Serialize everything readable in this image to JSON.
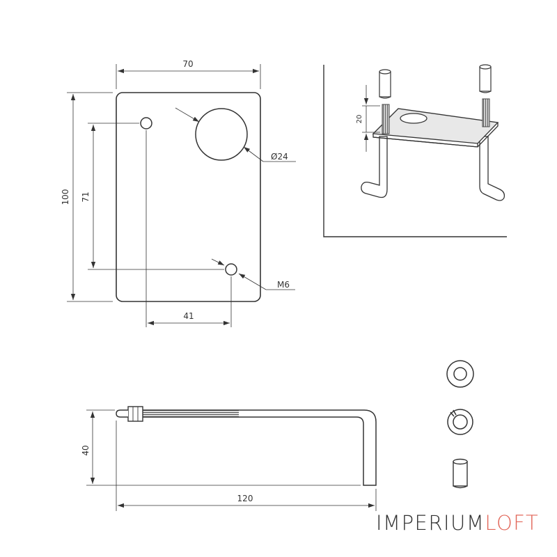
{
  "drawing": {
    "plate_width": "70",
    "plate_height": "100",
    "hole_spacing_vertical": "71",
    "hole_spacing_horizontal": "41",
    "large_hole_diameter": "Ø24",
    "small_hole_thread": "M6",
    "stud_thread_length": "20",
    "bolt_height": "40",
    "bolt_length": "120"
  },
  "brand": {
    "part1": "IMPERIUM",
    "part2": "LOFT"
  },
  "colors": {
    "line": "#333333",
    "accent": "#e2675a"
  }
}
